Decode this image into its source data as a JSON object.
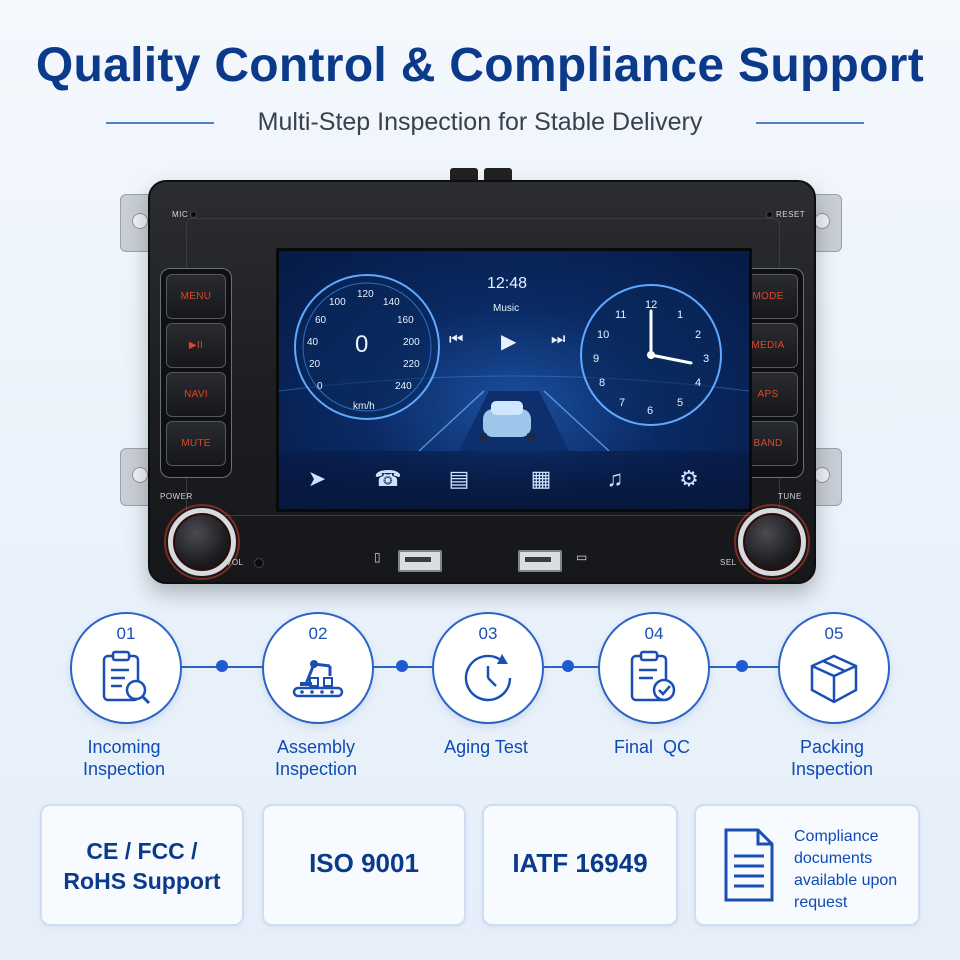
{
  "header": {
    "title": "Quality Control & Compliance Support",
    "subtitle": "Multi-Step Inspection for Stable Delivery"
  },
  "device": {
    "mic_label": "MIC",
    "reset_label": "RESET",
    "power_label": "POWER",
    "tune_label": "TUNE",
    "vol_label": "VOL",
    "sel_label": "SEL",
    "left_buttons": [
      "MENU",
      "▶II",
      "NAVI",
      "MUTE"
    ],
    "right_buttons": [
      "MODE",
      "MEDIA",
      "APS",
      "BAND"
    ],
    "screen": {
      "time": "12:48",
      "media_label": "Music",
      "speed_value": "0",
      "speed_unit": "km/h",
      "speed_ticks": [
        "0",
        "20",
        "40",
        "60",
        "100",
        "120",
        "140",
        "160",
        "200",
        "220",
        "240"
      ],
      "clock_numbers": [
        "12",
        "1",
        "2",
        "3",
        "4",
        "5",
        "6",
        "7",
        "8",
        "9",
        "10",
        "11"
      ],
      "dock_icons": [
        "navigation-icon",
        "phone-icon",
        "radio-icon",
        "apps-icon",
        "music-icon",
        "settings-icon"
      ]
    }
  },
  "process": {
    "steps": [
      {
        "number": "01",
        "label_line1": "Incoming",
        "label_line2": "Inspection",
        "icon": "clipboard-search-icon"
      },
      {
        "number": "02",
        "label_line1": "Assembly",
        "label_line2": "Inspection",
        "icon": "robot-arm-icon"
      },
      {
        "number": "03",
        "label_line1": "Aging Test",
        "label_line2": "",
        "icon": "clock-icon"
      },
      {
        "number": "04",
        "label_line1": "Final  QC",
        "label_line2": "",
        "icon": "clipboard-check-icon"
      },
      {
        "number": "05",
        "label_line1": "Packing",
        "label_line2": "Inspection",
        "icon": "box-icon"
      }
    ]
  },
  "certifications": {
    "box1_line1": "CE / FCC /",
    "box1_line2": "RoHS Support",
    "box2": "ISO 9001",
    "box3": "IATF 16949",
    "box4_lines": [
      "Compliance",
      "documents",
      "available upon",
      "request"
    ]
  },
  "colors": {
    "brand_blue": "#0b3a8a",
    "accent_blue": "#2a64c7",
    "button_red": "#e0452b"
  }
}
